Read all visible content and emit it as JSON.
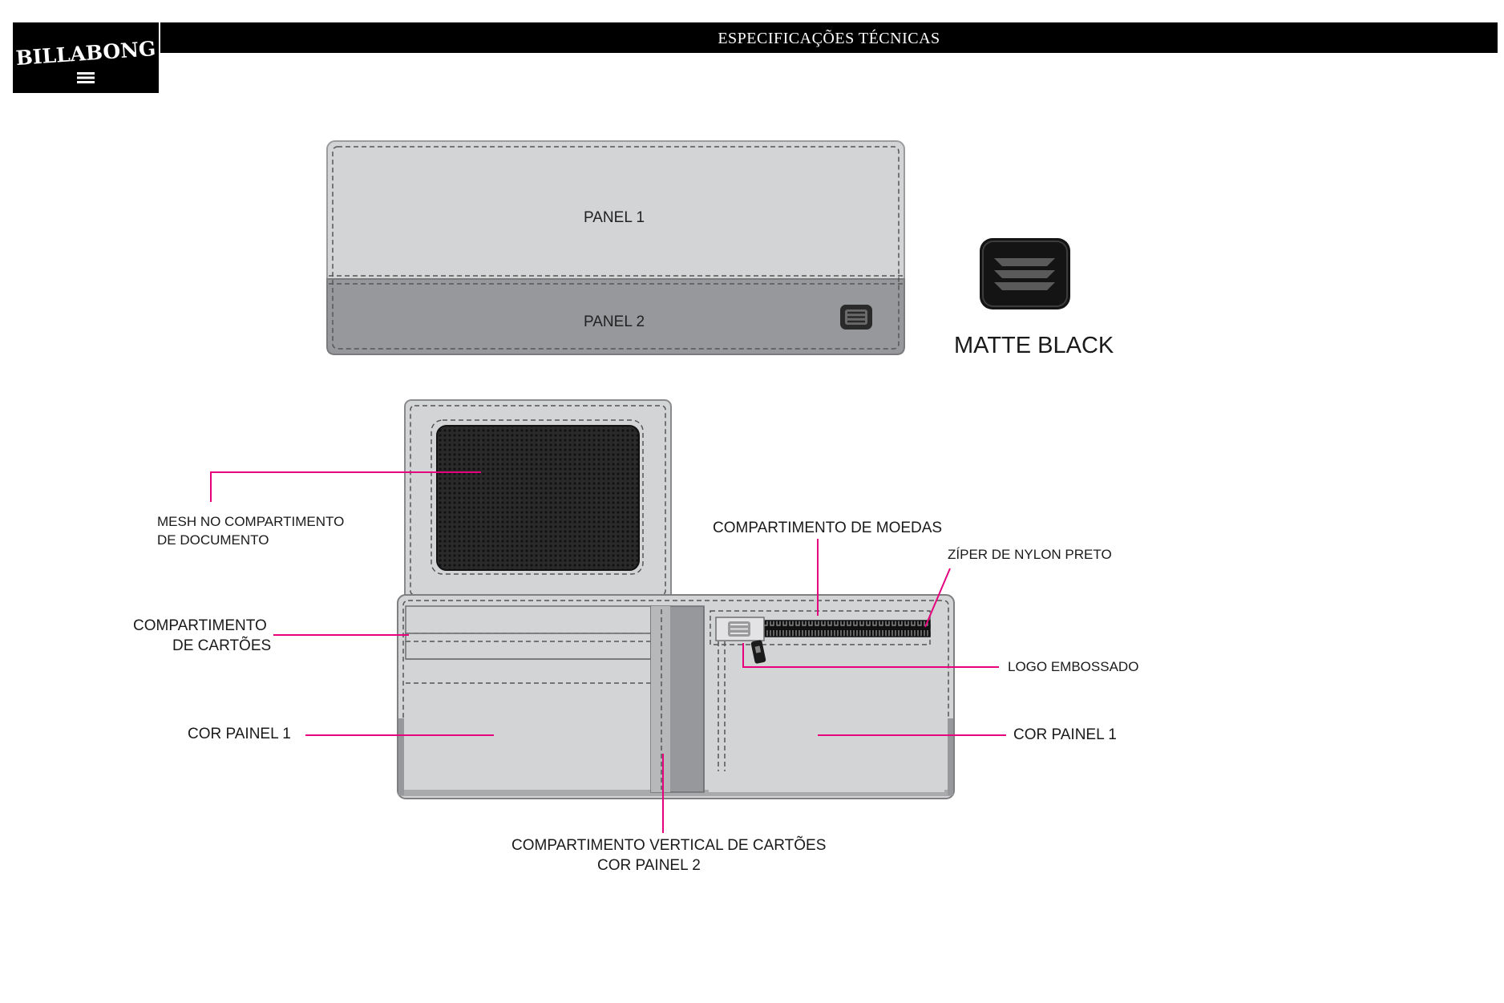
{
  "header": {
    "title": "ESPECIFICAÇÕES TÉCNICAS",
    "brand": "BILLABONG"
  },
  "exterior": {
    "panel1": "PANEL 1",
    "panel2": "PANEL 2"
  },
  "badge": {
    "label": "MATTE BLACK"
  },
  "callouts": {
    "mesh_line1": "MESH NO COMPARTIMENTO",
    "mesh_line2": "DE DOCUMENTO",
    "cards_line1": "COMPARTIMENTO",
    "cards_line2": "DE CARTÕES",
    "cor_painel1_left": "COR PAINEL 1",
    "coins": "COMPARTIMENTO DE MOEDAS",
    "zipper": "ZÍPER DE NYLON PRETO",
    "logo": "LOGO EMBOSSADO",
    "cor_painel1_right": "COR PAINEL 1",
    "vertical_line1": "COMPARTIMENTO VERTICAL DE CARTÕES",
    "vertical_line2": "COR PAINEL 2"
  },
  "colors": {
    "panel1": "#d3d4d6",
    "panel2": "#97989b",
    "callout": "#e6007e",
    "mesh": "#1f1f1f"
  }
}
